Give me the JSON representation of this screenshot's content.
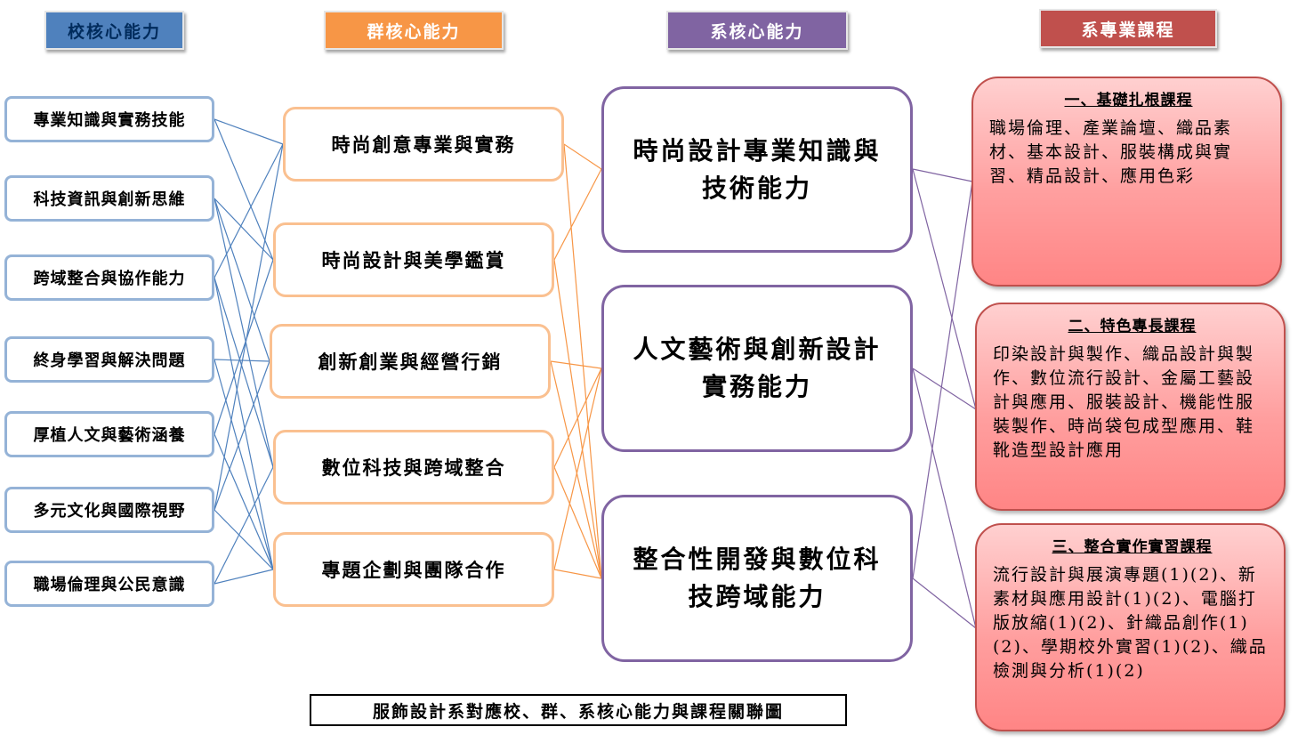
{
  "headers": {
    "school": "校核心能力",
    "group": "群核心能力",
    "department": "系核心能力",
    "courses": "系專業課程"
  },
  "school_competencies": [
    "專業知識與實務技能",
    "科技資訊與創新思維",
    "跨域整合與協作能力",
    "終身學習與解決問題",
    "厚植人文與藝術涵養",
    "多元文化與國際視野",
    "職場倫理與公民意識"
  ],
  "group_competencies": [
    "時尚創意專業與實務",
    "時尚設計與美學鑑賞",
    "創新創業與經營行銷",
    "數位科技與跨域整合",
    "專題企劃與團隊合作"
  ],
  "department_competencies": [
    "時尚設計專業知識與技術能力",
    "人文藝術與創新設計實務能力",
    "整合性開發與數位科技跨域能力"
  ],
  "courses": [
    {
      "title": "一、基礎扎根課程",
      "text": "職場倫理、產業論壇、織品素材、基本設計、服裝構成與實習、精品設計、應用色彩"
    },
    {
      "title": "二、特色專長課程",
      "text": "印染設計與製作、織品設計與製作、數位流行設計、金屬工藝設計與應用、服裝設計、機能性服裝製作、時尚袋包成型應用、鞋靴造型設計應用"
    },
    {
      "title": "三、整合實作實習課程",
      "text": "流行設計與展演專題(1)(2)、新素材與應用設計(1)(2)、電腦打版放縮(1)(2)、針織品創作(1)(2)、學期校外實習(1)(2)、織品檢測與分析(1)(2)"
    }
  ],
  "colors": {
    "school_line": "#4f81bd",
    "group_line": "#f79646",
    "dept_line": "#8064a2"
  },
  "caption": "服飾設計系對應校、群、系核心能力與課程關聯圖"
}
